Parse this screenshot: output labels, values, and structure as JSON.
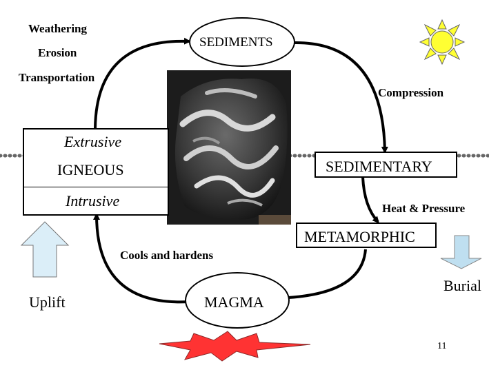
{
  "labels": {
    "weathering": "Weathering",
    "erosion": "Erosion",
    "transportation": "Transportation",
    "sediments": "SEDIMENTS",
    "compression": "Compression",
    "extrusive": "Extrusive",
    "igneous": "IGNEOUS",
    "intrusive": "Intrusive",
    "sedimentary": "SEDIMENTARY",
    "heat_pressure": "Heat & Pressure",
    "metamorphic": "METAMORPHIC",
    "cools_hardens": "Cools and hardens",
    "uplift": "Uplift",
    "magma": "MAGMA",
    "burial": "Burial",
    "page_number": "11"
  },
  "colors": {
    "uplift_arrow": "#dbeef8",
    "burial_arrow": "#bfdff0",
    "sun": "#ffff33",
    "magma_burst": "#ff3333",
    "dotted_line": "#666666"
  },
  "icons": {
    "sun": "sun-icon",
    "magma": "magma-burst-icon",
    "uplift": "arrow-up-icon",
    "burial": "arrow-down-icon",
    "rock": "rock-photo"
  }
}
